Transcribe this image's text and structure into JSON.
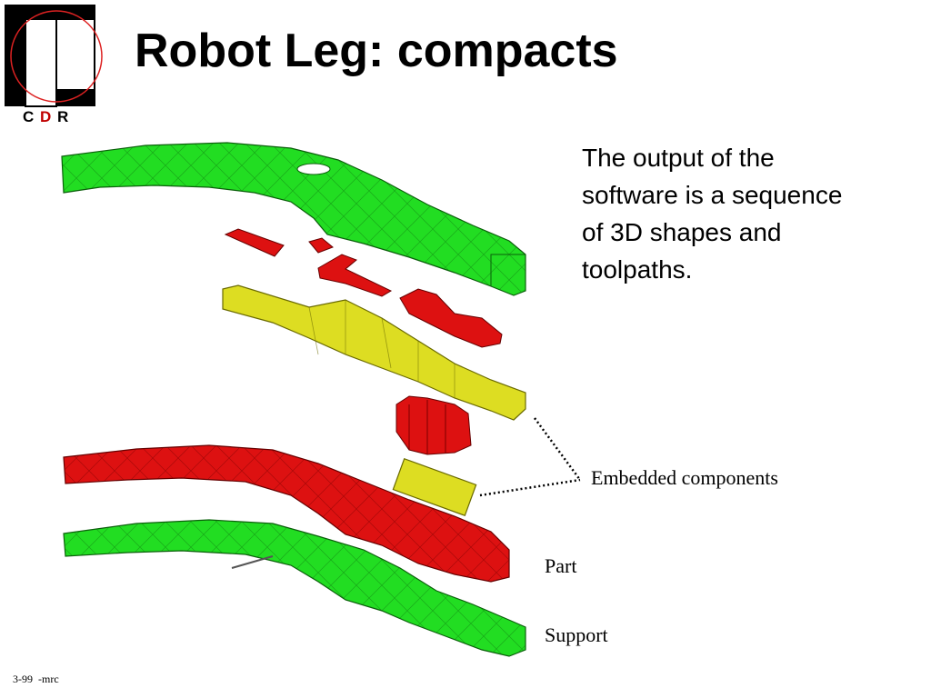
{
  "logo": {
    "letter_c": "C",
    "letter_d": "D",
    "letter_r": "R"
  },
  "slide": {
    "title": "Robot Leg: compacts",
    "description": "The output of the software is a sequence of 3D shapes and toolpaths."
  },
  "labels": {
    "embedded": "Embedded components",
    "part": "Part",
    "support": "Support"
  },
  "footer": {
    "text": "3-99  -mrc"
  },
  "colors": {
    "support_green": "#22dd22",
    "part_red": "#dd1111",
    "embedded_yellow": "#dddd22",
    "logo_circle": "#dd2222"
  }
}
